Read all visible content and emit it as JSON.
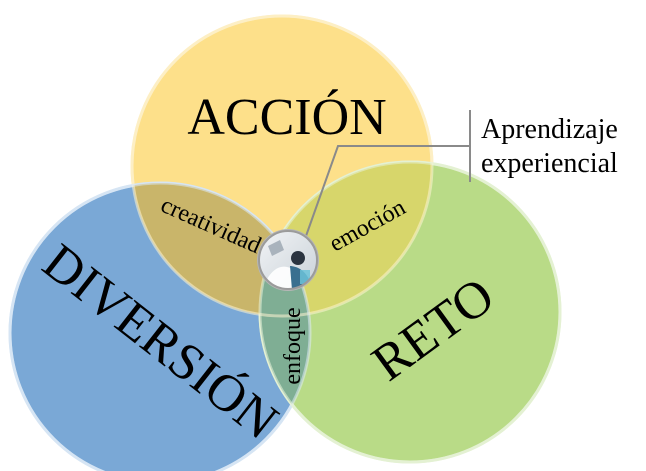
{
  "diagram": {
    "circles": {
      "top": {
        "label": "ACCIÓN",
        "color": "#fde08a"
      },
      "left": {
        "label": "DIVERSIÓN",
        "color": "#7aa8d6"
      },
      "right": {
        "label": "RETO",
        "color": "#b9db87"
      }
    },
    "overlaps": {
      "top_left": {
        "label": "creatividad",
        "color": "#c9b56a"
      },
      "top_right": {
        "label": "emoción",
        "color": "#d7d66b"
      },
      "left_right": {
        "label": "enfoque",
        "color": "#7fae94"
      }
    },
    "center": {
      "icon": "person-photo-icon"
    },
    "callout": {
      "line1": "Aprendizaje",
      "line2": "experiencial"
    }
  }
}
